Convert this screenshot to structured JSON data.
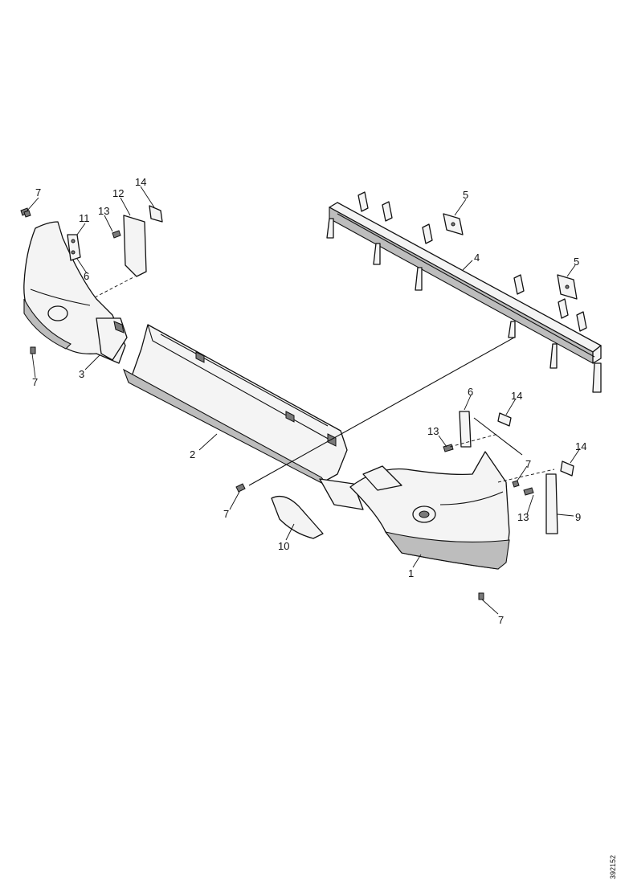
{
  "diagram": {
    "callouts": {
      "c1": "1",
      "c2": "2",
      "c3": "3",
      "c4": "4",
      "c5a": "5",
      "c5b": "5",
      "c6a": "6",
      "c6b": "6",
      "c7a": "7",
      "c7b": "7",
      "c7c": "7",
      "c7d": "7",
      "c7e": "7",
      "c9": "9",
      "c10": "10",
      "c11": "11",
      "c12": "12",
      "c13a": "13",
      "c13b": "13",
      "c13c": "13",
      "c14a": "14",
      "c14b": "14",
      "c14c": "14"
    },
    "reference_number": "392152"
  }
}
